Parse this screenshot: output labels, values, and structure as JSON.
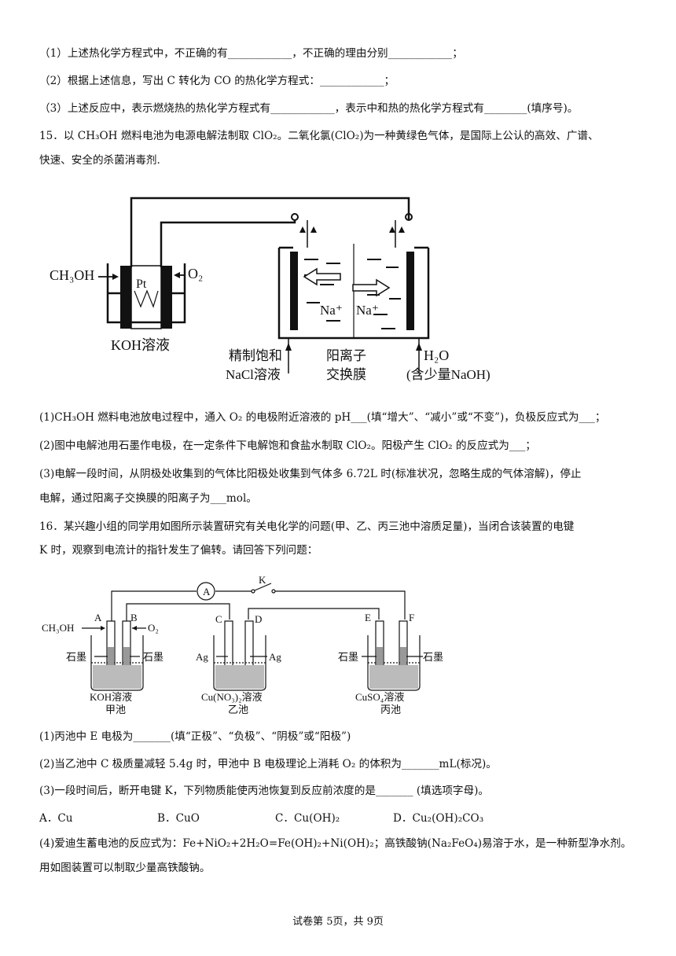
{
  "lines": {
    "l1": "（1）上述热化学方程式中，不正确的有____________，不正确的理由分别____________；",
    "l2": "（2）根据上述信息，写出 C 转化为 CO 的热化学方程式：____________；",
    "l3": "（3）上述反应中，表示燃烧热的热化学方程式有____________，表示中和热的热化学方程式有________(填序号)。",
    "q15a": "15．以 CH₃OH 燃料电池为电源电解法制取 ClO₂。二氧化氯(ClO₂)为一种黄绿色气体，是国际上公认的高效、广谱、",
    "q15b": "快速、安全的杀菌消毒剂.",
    "p15_1": "(1)CH₃OH 燃料电池放电过程中，通入 O₂ 的电极附近溶液的 pH___(填“增大”、“减小”或“不变”)，负极反应式为___；",
    "p15_2": "(2)图中电解池用石墨作电极，在一定条件下电解饱和食盐水制取 ClO₂。阳极产生 ClO₂ 的反应式为___；",
    "p15_3a": "(3)电解一段时间，从阴极处收集到的气体比阳极处收集到气体多 6.72L 时(标准状况，忽略生成的气体溶解)，停止",
    "p15_3b": "电解，通过阳离子交换膜的阳离子为___mol。",
    "q16a": "16．某兴趣小组的同学用如图所示装置研究有关电化学的问题(甲、乙、丙三池中溶质足量)，当闭合该装置的电键",
    "q16b": "K 时，观察到电流计的指针发生了偏转。请回答下列问题：",
    "p16_1": "(1)丙池中 E 电极为_______(填“正极”、“负极”、“阴极”或“阳极”)",
    "p16_2": "(2)当乙池中 C 极质量减轻 5.4g 时，甲池中 B 电极理论上消耗 O₂ 的体积为_______mL(标况)。",
    "p16_3": "(3)一段时间后，断开电键 K，下列物质能使丙池恢复到反应前浓度的是_______ (填选项字母)。",
    "p16_4a": "(4)爱迪生蓄电池的反应式为：Fe+NiO₂+2H₂O=Fe(OH)₂+Ni(OH)₂；高铁酸钠(Na₂FeO₄)易溶于水，是一种新型净水剂。",
    "p16_4b": "用如图装置可以制取少量高铁酸钠。"
  },
  "options": {
    "a": "A．Cu",
    "b": "B．CuO",
    "c": "C．Cu(OH)₂",
    "d": "D．Cu₂(OH)₂CO₃"
  },
  "fig1": {
    "ch3oh": "CH₃OH",
    "pt": "Pt",
    "o2": "O₂",
    "koh": "KOH溶液",
    "na1": "Na⁺",
    "na2": "Na⁺",
    "nacl1": "精制饱和",
    "nacl2": "NaCl溶液",
    "mem1": "阳离子",
    "mem2": "交换膜",
    "h2o": "H₂O",
    "naoh": "(含少量NaOH)"
  },
  "fig2": {
    "ammeter": "A",
    "k": "K",
    "ch3oh": "CH₃OH",
    "o2": "O₂",
    "a": "A",
    "b": "B",
    "c": "C",
    "d": "D",
    "e": "E",
    "f": "F",
    "graphite1": "石墨",
    "graphite2": "石墨",
    "ag1": "Ag",
    "ag2": "Ag",
    "graphite3": "石墨",
    "graphite4": "石墨",
    "sol1": "KOH溶液",
    "cell1": "甲池",
    "sol2": "Cu(NO₃)₂溶液",
    "cell2": "乙池",
    "sol3": "CuSO₄溶液",
    "cell3": "丙池"
  },
  "footer": "试卷第 5页，共 9页"
}
